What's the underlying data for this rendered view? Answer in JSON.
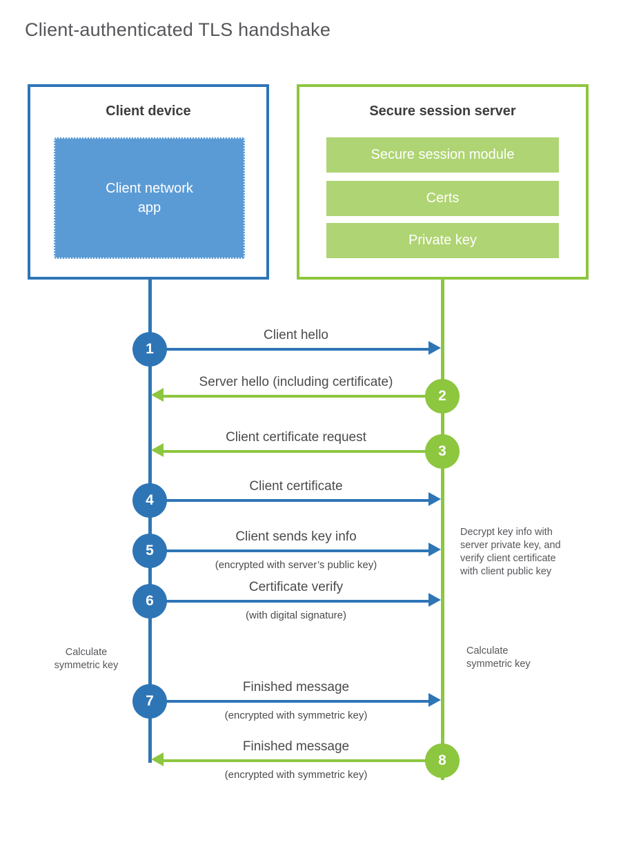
{
  "title": "Client-authenticated TLS handshake",
  "client_box": {
    "title": "Client device",
    "app_label": "Client network\napp"
  },
  "server_box": {
    "title": "Secure session server",
    "modules": [
      "Secure session module",
      "Certs",
      "Private key"
    ]
  },
  "steps": [
    {
      "num": "1",
      "label": "Client hello",
      "sub": ""
    },
    {
      "num": "2",
      "label": "Server hello (including certificate)",
      "sub": ""
    },
    {
      "num": "3",
      "label": "Client certificate request",
      "sub": ""
    },
    {
      "num": "4",
      "label": "Client certificate",
      "sub": ""
    },
    {
      "num": "5",
      "label": "Client sends key info",
      "sub": "(encrypted with server’s public key)"
    },
    {
      "num": "6",
      "label": "Certificate verify",
      "sub": "(with digital signature)"
    },
    {
      "num": "7",
      "label": "Finished message",
      "sub": "(encrypted with symmetric key)"
    },
    {
      "num": "8",
      "label": "Finished message",
      "sub": "(encrypted with symmetric key)"
    }
  ],
  "annotations": {
    "server_note": "Decrypt key info with\nserver private key, and\nverify client certificate\nwith client public key",
    "calculate_left": "Calculate\nsymmetric key",
    "calculate_right": "Calculate\nsymmetric key"
  },
  "colors": {
    "blue": "#2e75b6",
    "blue_fill": "#5b9bd5",
    "green": "#8dc63f",
    "green_fill": "#afd473"
  }
}
